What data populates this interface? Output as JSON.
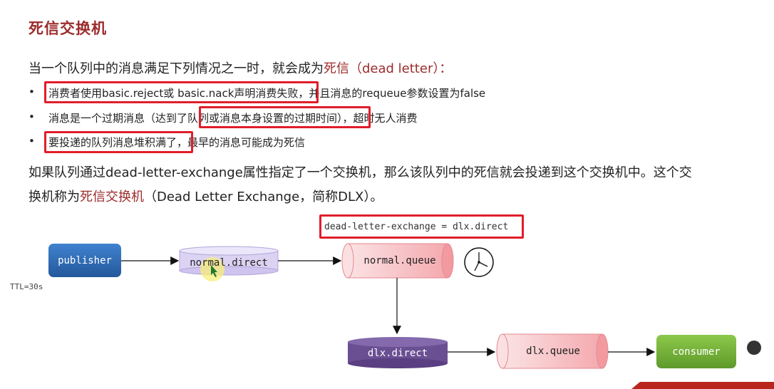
{
  "title": "死信交换机",
  "intro": {
    "text": "当一个队列中的消息满足下列情况之一时，就会成为",
    "highlight": "死信（dead letter）："
  },
  "bullets": [
    {
      "dot": "•",
      "text": "消费者使用basic.reject或 basic.nack声明消费失败，并且消息的requeue参数设置为false"
    },
    {
      "dot": "•",
      "text": "消息是一个过期消息（达到了队列或消息本身设置的过期时间），超时无人消费"
    },
    {
      "dot": "•",
      "text": "要投递的队列消息堆积满了，最早的消息可能成为死信"
    }
  ],
  "paragraph": {
    "line1": "如果队列通过dead-letter-exchange属性指定了一个交换机，那么该队列中的死信就会投递到这个交换机中。这个交",
    "line2_pre": "换机称为",
    "line2_hl": "死信交换机",
    "line2_post": "（Dead Letter Exchange，简称DLX）。"
  },
  "diagram": {
    "publisher": "publisher",
    "normal_exchange": "normal.direct",
    "normal_queue": "normal.queue",
    "dlx_setting": "dead-letter-exchange = dlx.direct",
    "ttl": "TTL=30s",
    "dlx_exchange": "dlx.direct",
    "dlx_queue": "dlx.queue",
    "consumer": "consumer"
  },
  "colors": {
    "title": "#9c2b2b",
    "highlight_box": "#e01e2a",
    "publisher": "#2f6db5",
    "normal_exchange": "#dcd3f3",
    "queue": "#f8c9cc",
    "dlx_exchange": "#6a4f93",
    "consumer": "#77b43a"
  }
}
